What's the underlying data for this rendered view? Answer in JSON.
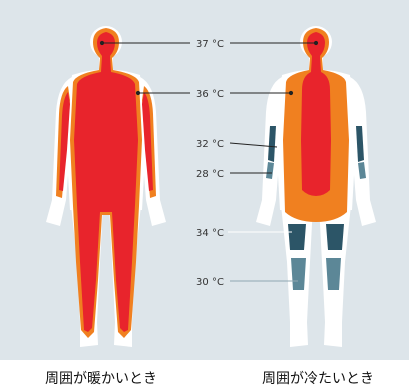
{
  "colors": {
    "background": "#dde5ea",
    "outline": "#ffffff",
    "warm_37": "#e8242c",
    "warm_36": "#f08020",
    "cool_32": "#2c5567",
    "cool_28": "#5c8797",
    "cool_34": "#a7c3ce",
    "leader_line": "#222222"
  },
  "temperatures": {
    "t37": "37 °C",
    "t36": "36 °C",
    "t32": "32 °C",
    "t28": "28 °C",
    "t34": "34 °C",
    "t30": "30 °C"
  },
  "captions": {
    "warm": "周囲が暖かいとき",
    "cold": "周囲が冷たいとき"
  }
}
